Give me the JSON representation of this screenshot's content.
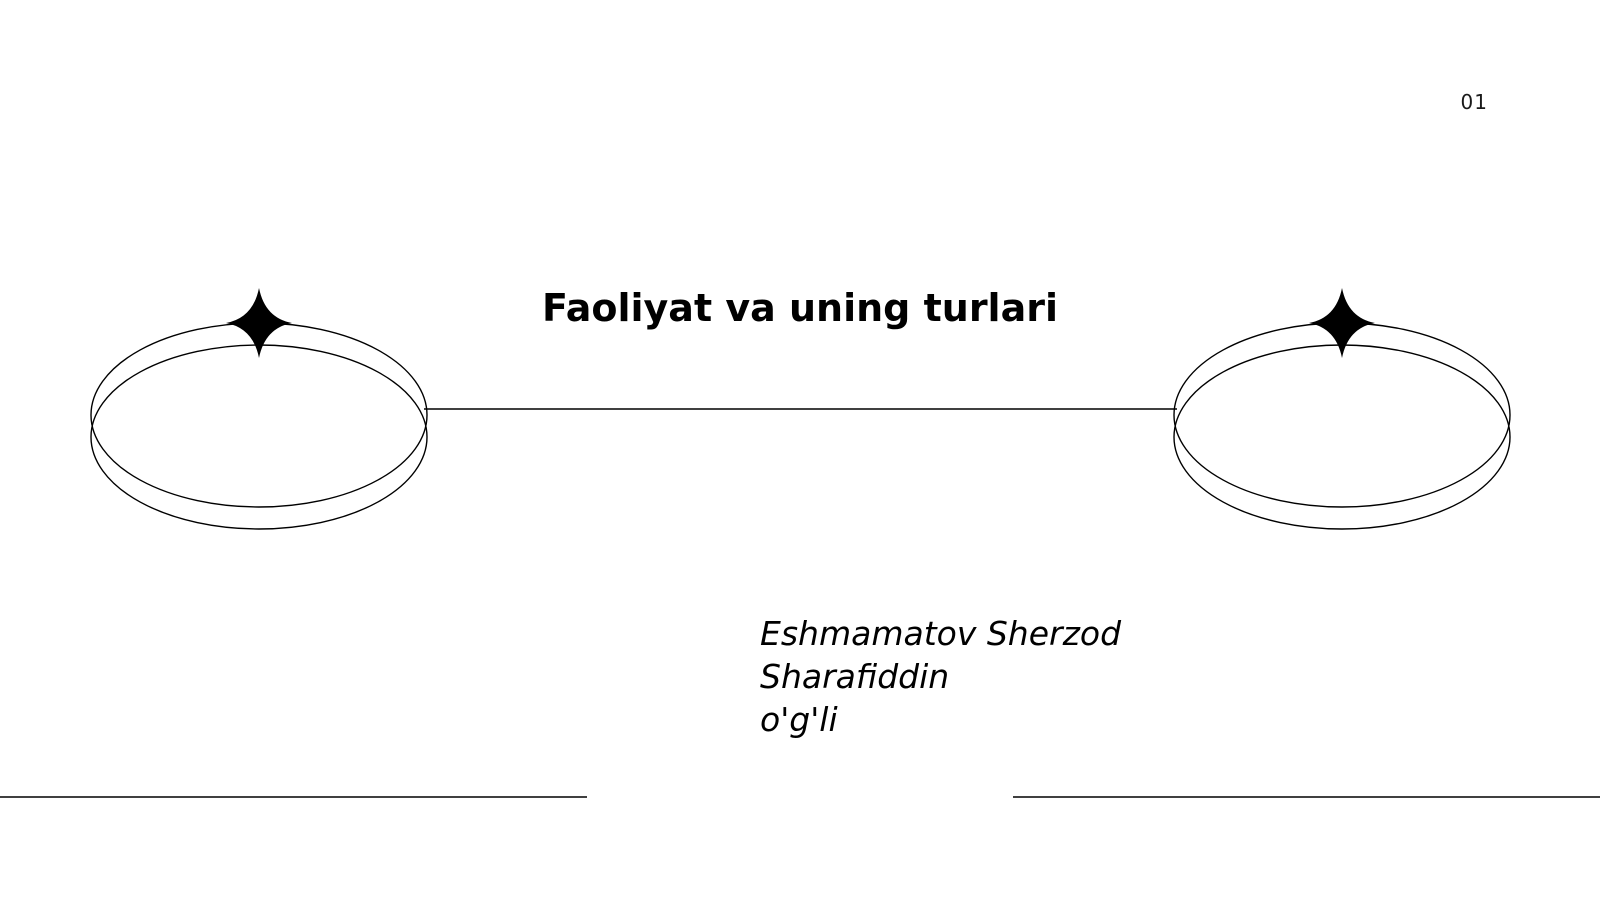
{
  "slide": {
    "page_number": "01",
    "title": "Faoliyat va uning turlari",
    "author_line_1": "Eshmamatov Sherzod Sharafiddin",
    "author_line_2": "o'g'li"
  },
  "icons": {
    "left_ornament": "ring-with-star-icon",
    "right_ornament": "ring-with-star-icon"
  },
  "colors": {
    "background": "#ffffff",
    "ink": "#000000"
  }
}
